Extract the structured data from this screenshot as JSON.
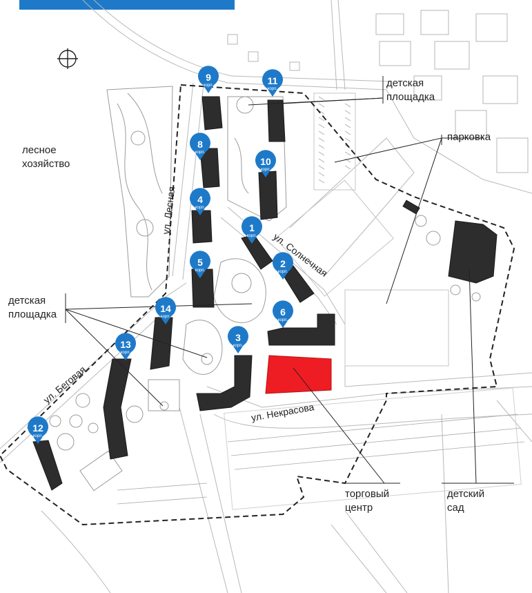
{
  "colors": {
    "accent": "#1e7ac9",
    "building": "#2d2d2d",
    "mall": "#ee1d23",
    "road": "#b8b8b8"
  },
  "header_tab_color": "#1e7ac9",
  "compass": "north-compass-icon",
  "labels": {
    "forest": [
      "лесное",
      "хозяйство"
    ],
    "playground_top": [
      "детская",
      "площадка"
    ],
    "playground_left": [
      "детская",
      "площадка"
    ],
    "parking": "парковка",
    "mall": [
      "торговый",
      "центр"
    ],
    "kindergarten": [
      "детский",
      "сад"
    ]
  },
  "streets": {
    "lesnaya": "ул. Лесная",
    "solnechnaya": "ул. Солнечная",
    "begovaya": "ул. Беговая",
    "nekrasova": "ул. Некрасова"
  },
  "pin_sub": "корп.",
  "buildings": [
    "1",
    "2",
    "3",
    "4",
    "5",
    "6",
    "8",
    "9",
    "10",
    "11",
    "12",
    "13",
    "14"
  ]
}
